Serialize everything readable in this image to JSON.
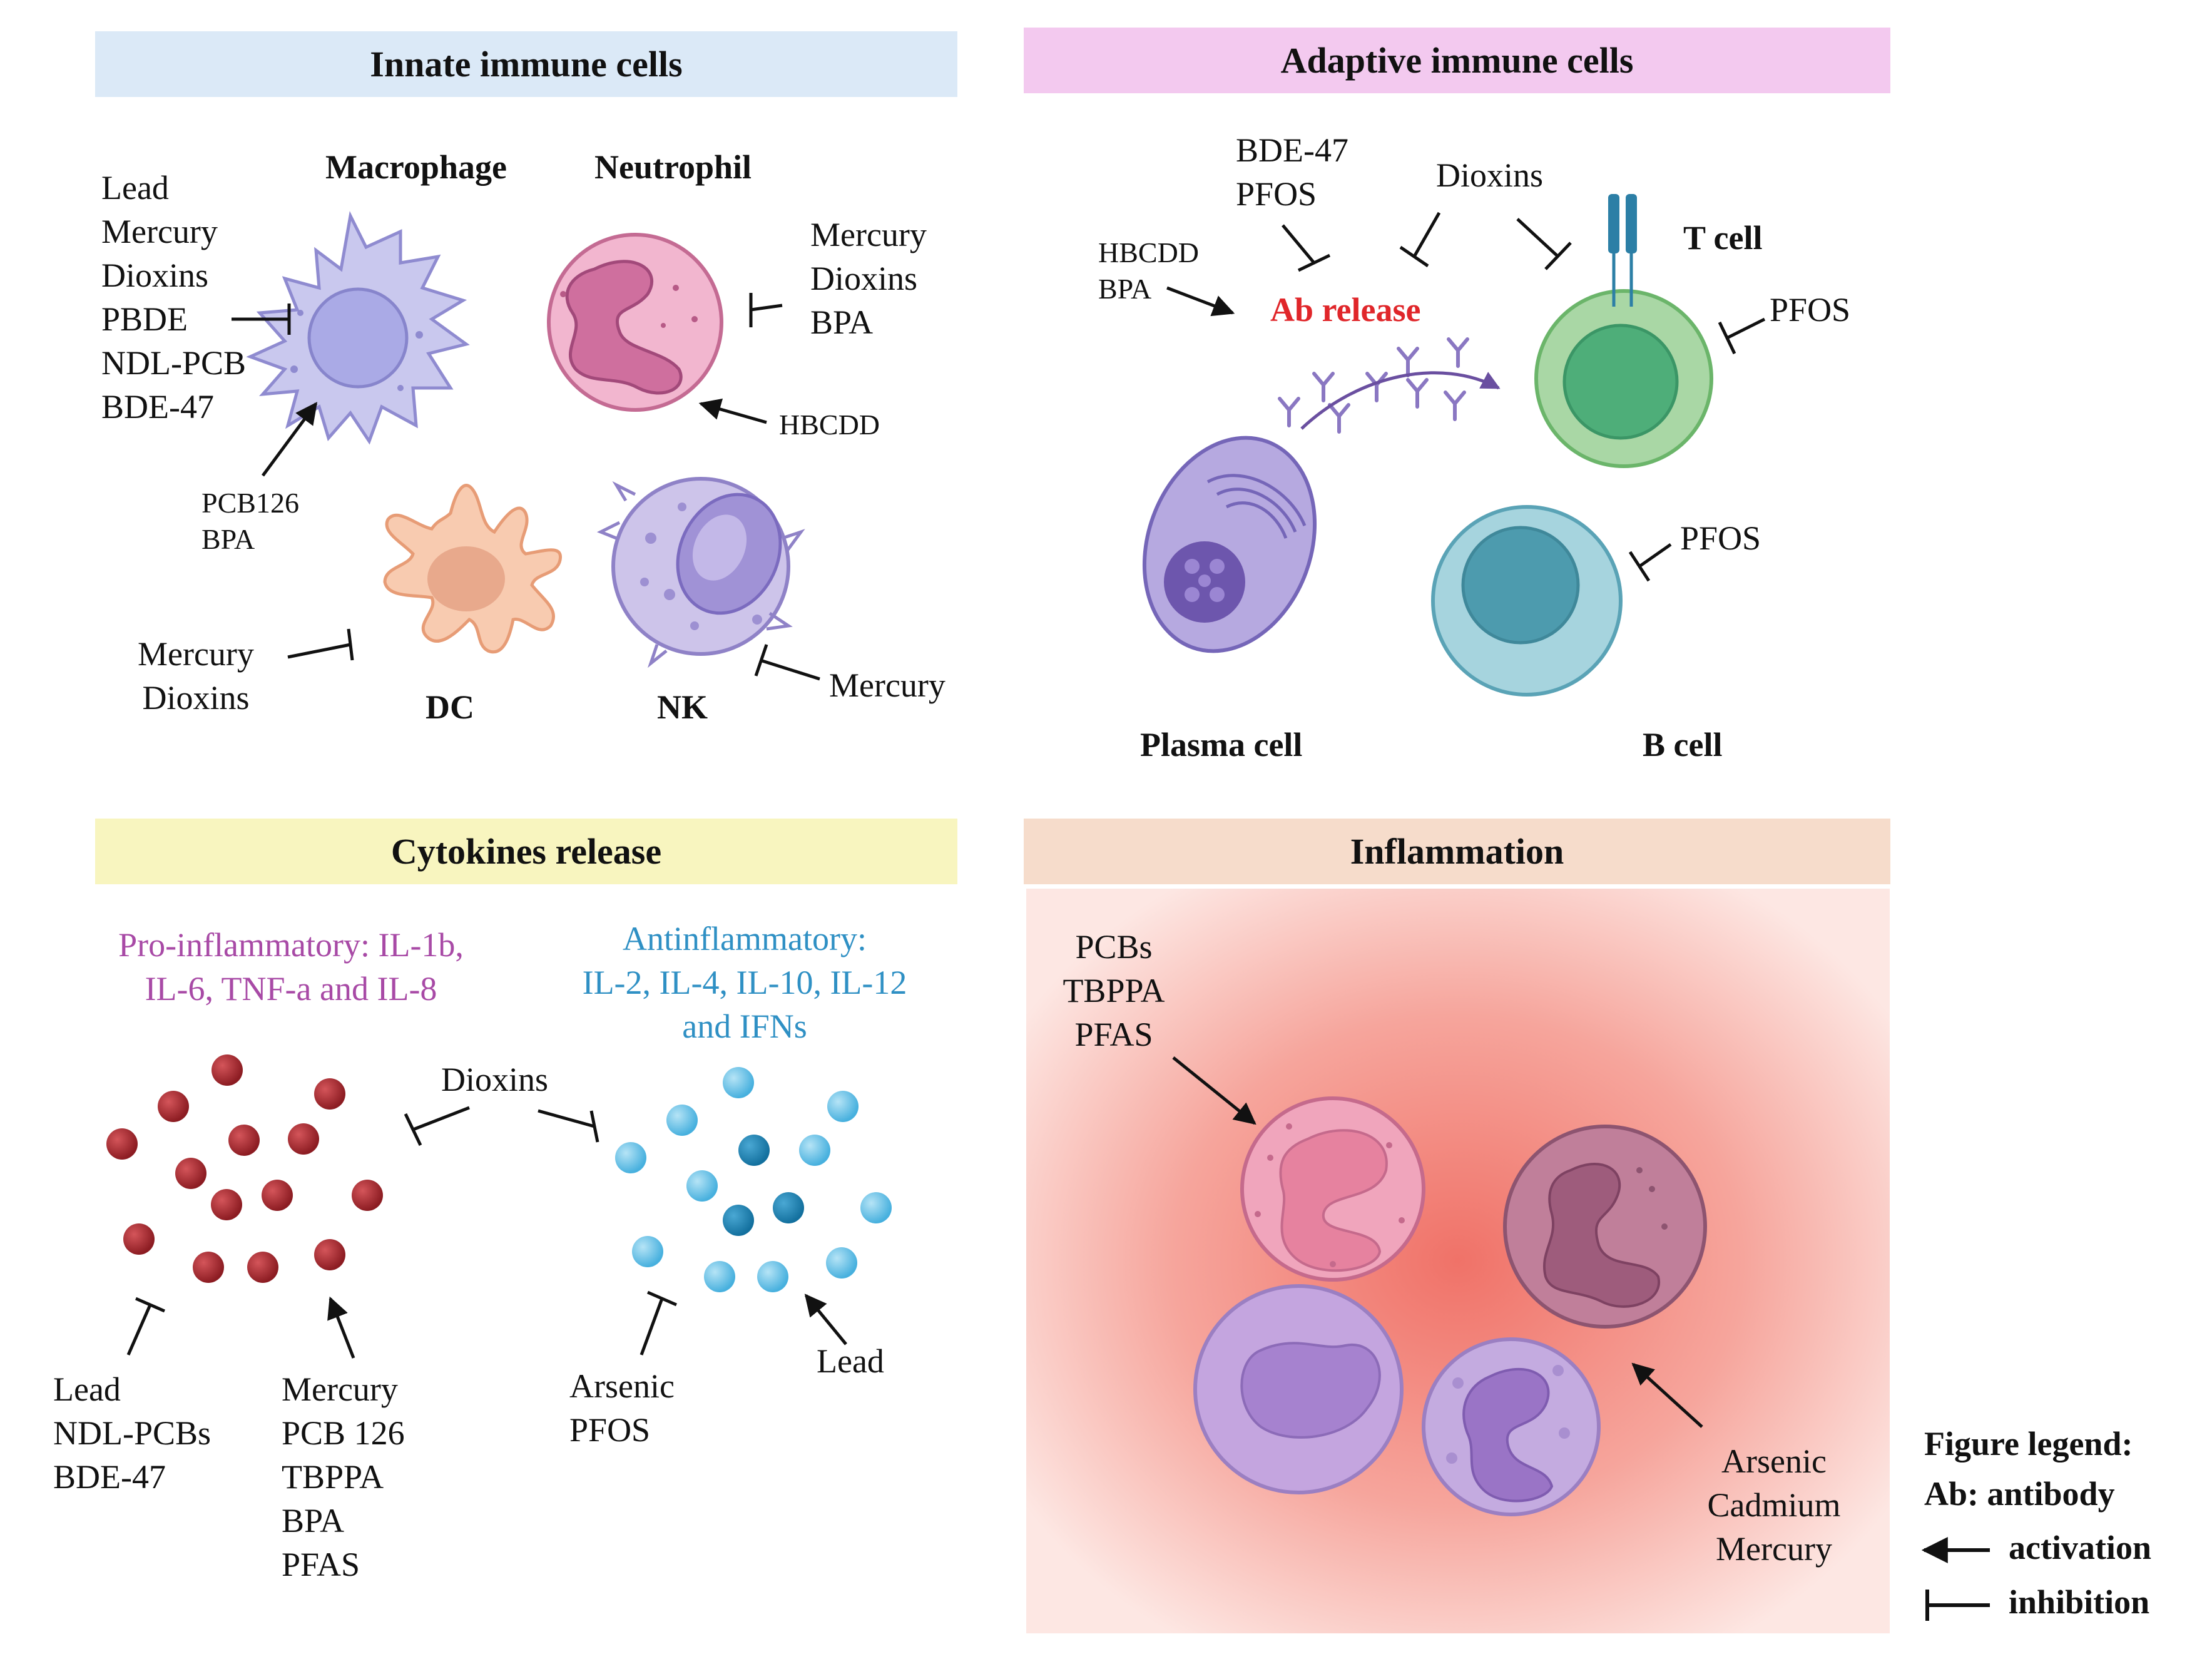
{
  "panels": {
    "innate": {
      "title": "Innate immune cells",
      "macrophage": "Macrophage",
      "neutrophil": "Neutrophil",
      "dc": "DC",
      "nk": "NK",
      "macrophage_inhibitors": "Lead\nMercury\nDioxins\nPBDE\nNDL-PCB\nBDE-47",
      "macrophage_activators": "PCB126\nBPA",
      "neutrophil_inhibitors": "Mercury\nDioxins\nBPA",
      "neutrophil_activator": "HBCDD",
      "dc_inhibitors": "Mercury\nDioxins",
      "nk_inhibitor": "Mercury",
      "colors": {
        "band": "#dbe9f7",
        "macrophage": "#c9c8ee",
        "neutrophil": "#f2b6cf",
        "dc": "#f8cbb0",
        "nk": "#cdc4ea"
      }
    },
    "adaptive": {
      "title": "Adaptive immune cells",
      "t_cell": "T cell",
      "plasma_cell": "Plasma cell",
      "b_cell": "B cell",
      "ab_release": "Ab release",
      "ab_inhibitors": "BDE-47\nPFOS",
      "ab_activators": "HBCDD\nBPA",
      "dioxins": "Dioxins",
      "t_cell_inhibitor": "PFOS",
      "b_cell_inhibitor": "PFOS",
      "colors": {
        "band": "#f3c9ef",
        "t_cell": "#a9d7a5",
        "b_cell": "#a6d4de",
        "plasma_cell": "#b6a9e0",
        "ab_release": "#e0262a"
      }
    },
    "cytokines": {
      "title": "Cytokines release",
      "pro_label": "Pro-inflammatory: IL-1b,\nIL-6, TNF-a and IL-8",
      "anti_label": "Antinflammatory:\nIL-2, IL-4, IL-10, IL-12\nand IFNs",
      "dioxins": "Dioxins",
      "pro_inhibitors": "Lead\nNDL-PCBs\nBDE-47",
      "pro_activators": "Mercury\nPCB 126\nTBPPA\nBPA\nPFAS",
      "anti_inhibitors": "Arsenic\nPFOS",
      "anti_activator": "Lead",
      "colors": {
        "band": "#f8f5bf",
        "pro": "#a7262c",
        "anti": "#4cb5e0",
        "pro_text": "#a84aa6",
        "anti_text": "#2f90c4"
      }
    },
    "inflammation": {
      "title": "Inflammation",
      "activators_top": "PCBs\nTBPPA\nPFAS",
      "activators_bottom": "Arsenic\nCadmium\nMercury",
      "colors": {
        "band": "#f6dccb",
        "glow": "#f2837b"
      }
    }
  },
  "legend": {
    "title": "Figure legend:",
    "ab": "Ab: antibody",
    "activation": "activation",
    "inhibition": "inhibition"
  }
}
